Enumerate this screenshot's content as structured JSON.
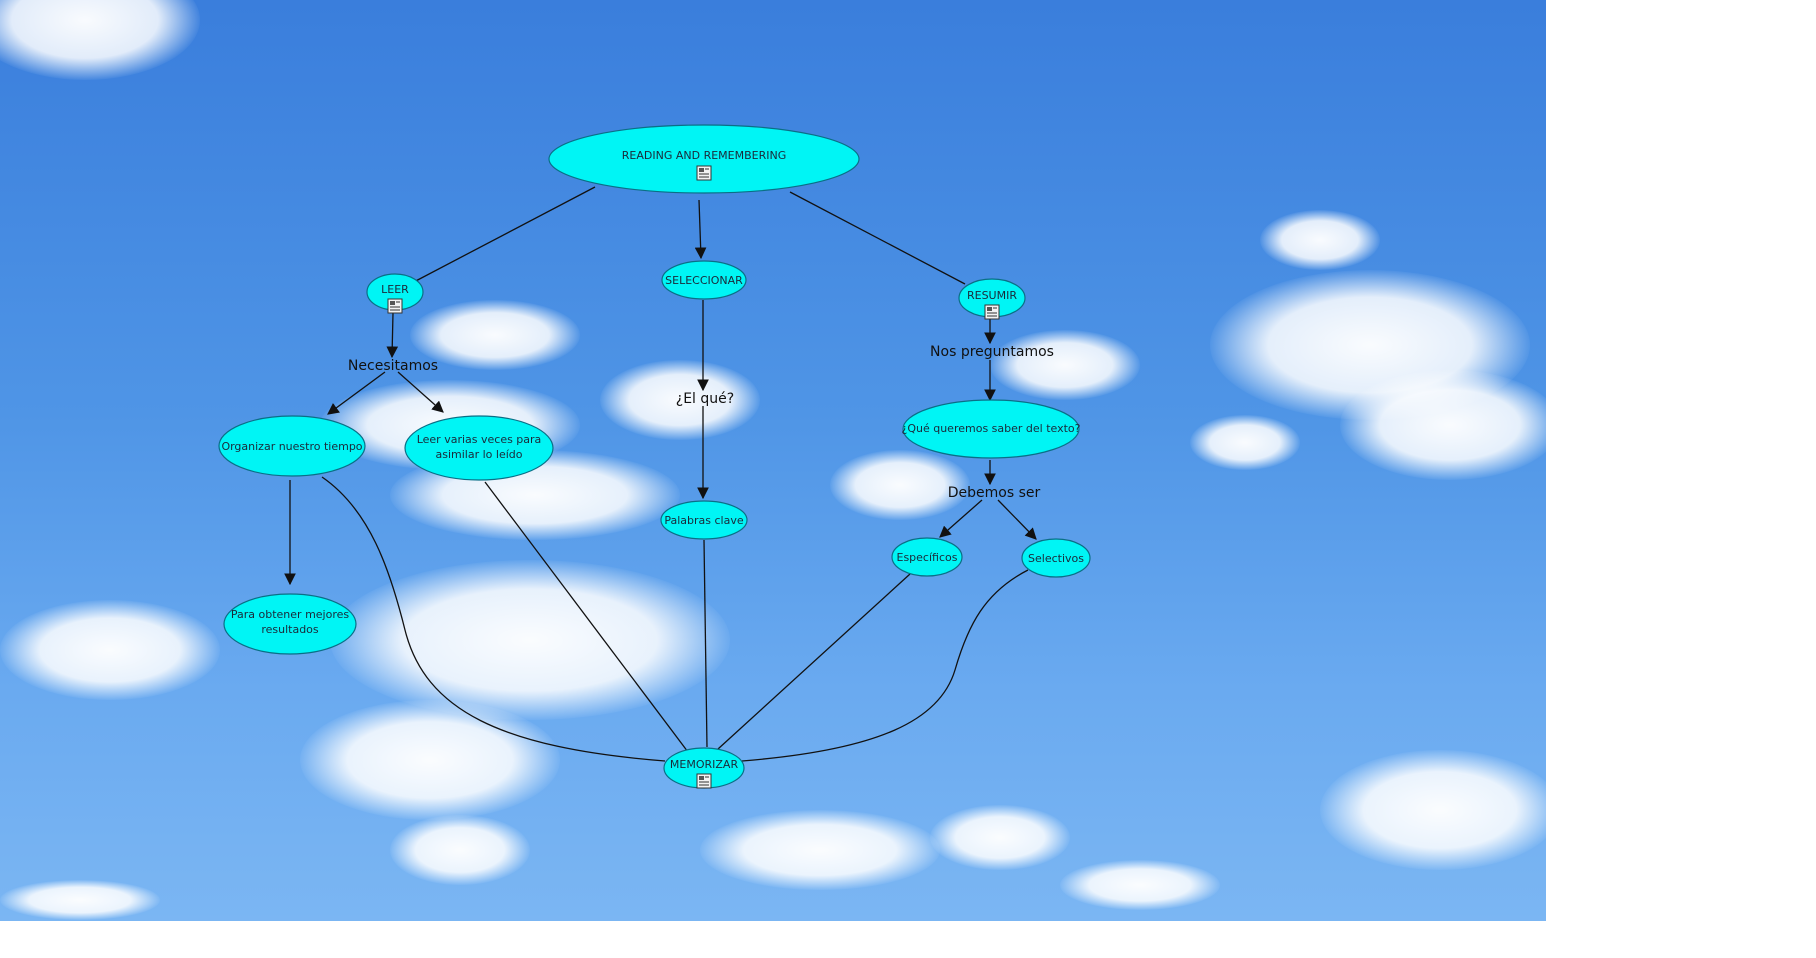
{
  "concept_map": {
    "nodes": {
      "root": {
        "label": "READING AND REMEMBERING",
        "resource_icon": "document-icon"
      },
      "leer": {
        "label": "LEER",
        "resource_icon": "document-icon"
      },
      "seleccionar": {
        "label": "SELECCIONAR"
      },
      "resumir": {
        "label": "RESUMIR",
        "resource_icon": "document-icon"
      },
      "organizar": {
        "label": "Organizar nuestro tiempo"
      },
      "leer_varias": {
        "label_lines": [
          "Leer varias veces para",
          "asimilar lo leído"
        ]
      },
      "obtener": {
        "label_lines": [
          "Para obtener mejores",
          "resultados"
        ]
      },
      "palabras": {
        "label": "Palabras clave"
      },
      "que_queremos": {
        "label": "¿Qué queremos saber del texto?"
      },
      "especificos": {
        "label": "Específicos"
      },
      "selectivos": {
        "label": "Selectivos"
      },
      "memorizar": {
        "label": "MEMORIZAR",
        "resource_icon": "document-icon"
      }
    },
    "linking_phrases": {
      "necesitamos": "Necesitamos",
      "el_que": "¿El qué?",
      "nos_preguntamos": "Nos preguntamos",
      "debemos_ser": "Debemos ser"
    },
    "colors": {
      "node_fill": "#00f5f5",
      "node_stroke": "#0a6f86",
      "line": "#111111",
      "sky_top": "#3a7edc",
      "sky_bottom": "#7bb6f3"
    }
  }
}
